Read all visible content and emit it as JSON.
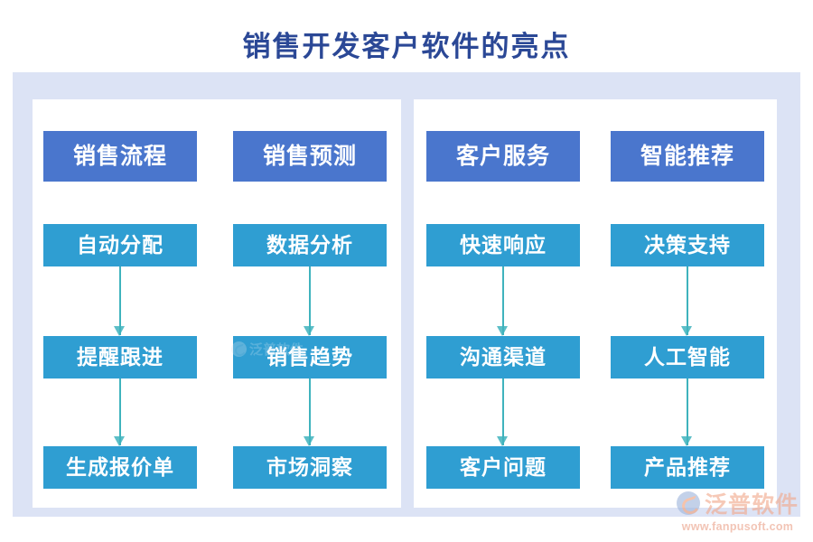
{
  "page": {
    "title": "销售开发客户软件的亮点",
    "title_color": "#2b4896",
    "panel_color": "#dce3f5",
    "card_color": "#ffffff",
    "header_box_color": "#4a76cd",
    "step_box_color": "#2f9ed2",
    "arrow_color": "#3fb3bd"
  },
  "groups": [
    {
      "name": "left-group",
      "columns": [
        {
          "name": "sales-process",
          "header": "销售流程",
          "steps": [
            "自动分配",
            "提醒跟进",
            "生成报价单"
          ]
        },
        {
          "name": "sales-forecast",
          "header": "销售预测",
          "steps": [
            "数据分析",
            "销售趋势",
            "市场洞察"
          ]
        }
      ]
    },
    {
      "name": "right-group",
      "columns": [
        {
          "name": "customer-service",
          "header": "客户服务",
          "steps": [
            "快速响应",
            "沟通渠道",
            "客户问题"
          ]
        },
        {
          "name": "smart-recommendation",
          "header": "智能推荐",
          "steps": [
            "决策支持",
            "人工智能",
            "产品推荐"
          ]
        }
      ]
    }
  ],
  "watermark": {
    "brand": "泛普软件",
    "url": "www.fanpusoft.com",
    "brand_color": "#f2a98c"
  }
}
